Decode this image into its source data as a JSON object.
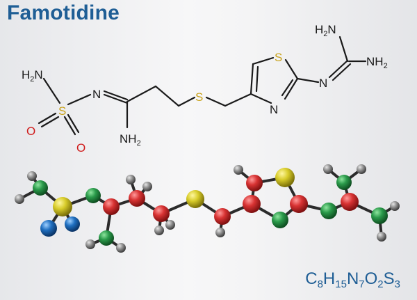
{
  "title": "Famotidine",
  "formula": {
    "parts": [
      {
        "t": "C",
        "s": false
      },
      {
        "t": "8",
        "s": true
      },
      {
        "t": "H",
        "s": false
      },
      {
        "t": "15",
        "s": true
      },
      {
        "t": "N",
        "s": false
      },
      {
        "t": "7",
        "s": true
      },
      {
        "t": "O",
        "s": false
      },
      {
        "t": "2",
        "s": true
      },
      {
        "t": "S",
        "s": false
      },
      {
        "t": "3",
        "s": true
      }
    ]
  },
  "structure": {
    "h2n_left": {
      "a": "H",
      "sub": "2",
      "b": "N"
    },
    "s_left": "S",
    "o_left": "O",
    "o_bottom": "O",
    "n_mid": "N",
    "nh2_mid": {
      "a": "NH",
      "sub": "2"
    },
    "s_mid": "S",
    "s_ring": "S",
    "n_ring": "N",
    "n_guan": "N",
    "h2n_top": {
      "a": "H",
      "sub": "2",
      "b": "N"
    },
    "nh2_right": {
      "a": "NH",
      "sub": "2"
    }
  },
  "model": {
    "colors": {
      "carbon": "#d23a3a",
      "nitrogen": "#2a9a4a",
      "sulfur": "#d8cc2a",
      "oxygen": "#1f6fc0",
      "hydrogen": "#8c8c8c",
      "bond": "#2b2b2b"
    }
  }
}
